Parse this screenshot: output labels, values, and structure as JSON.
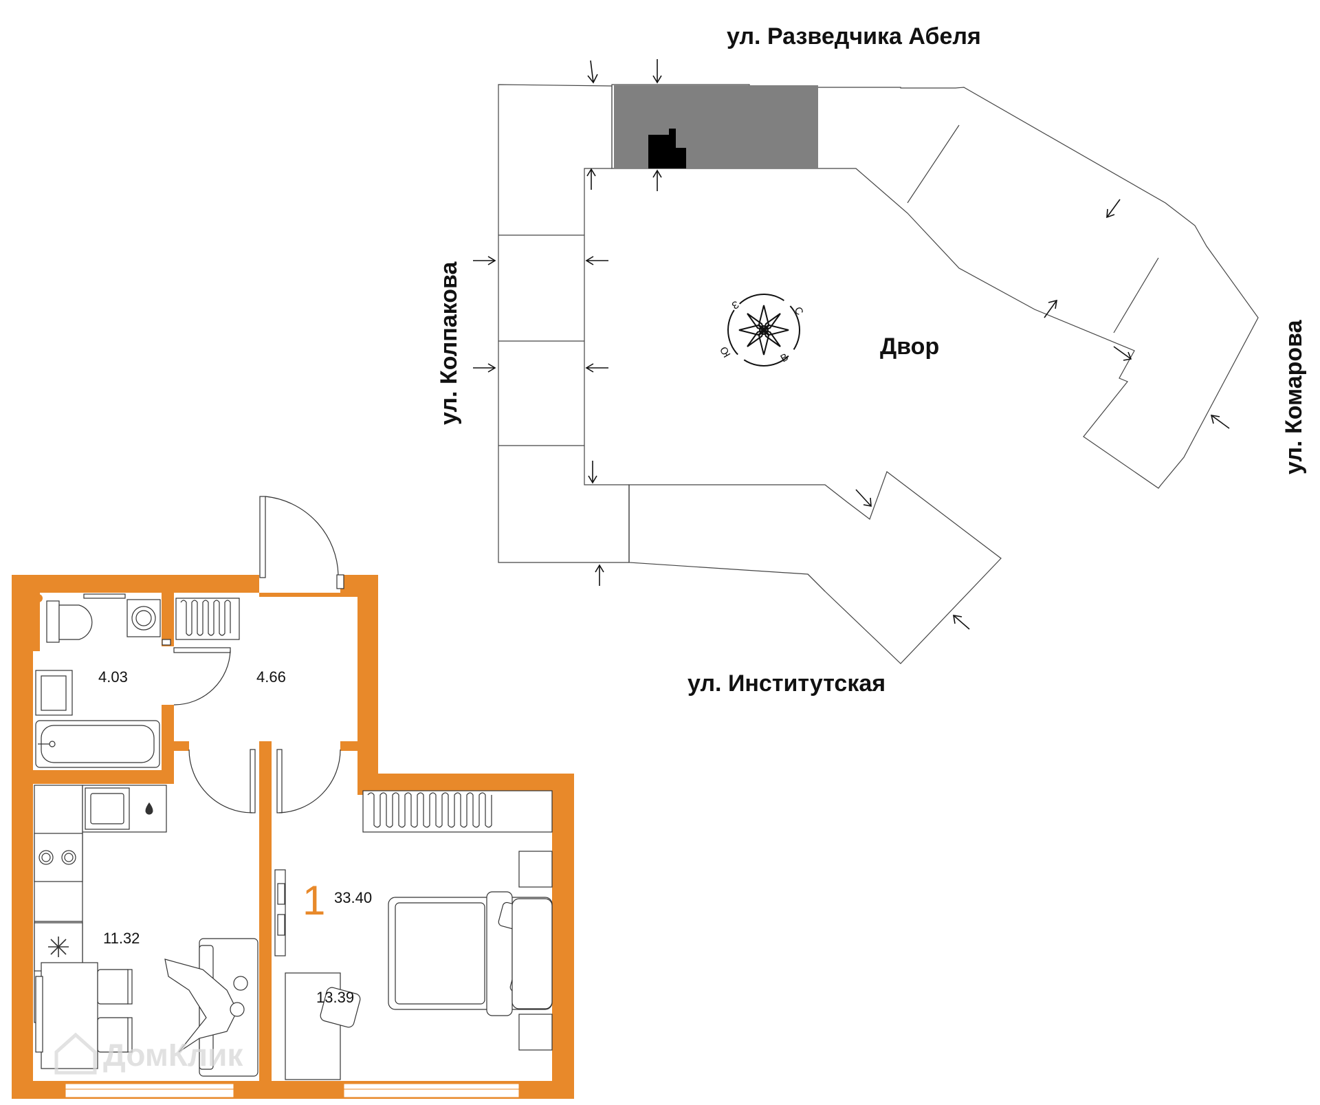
{
  "colors": {
    "wall": "#E8892A",
    "selected_section": "#808080",
    "apartment_marker": "#000000",
    "line": "#333333"
  },
  "streets": {
    "north": "ул. Разведчика Абеля",
    "west": "ул. Колпакова",
    "east": "ул. Комарова",
    "south": "ул. Институтская"
  },
  "site": {
    "yard_label": "Двор",
    "compass": {
      "n": "С",
      "e": "В",
      "s": "Ю",
      "w": "З"
    }
  },
  "apartment": {
    "room_count": "1",
    "total_area": "33.40",
    "rooms": {
      "bathroom": "4.03",
      "hallway": "4.66",
      "kitchen_living": "11.32",
      "bedroom": "13.39"
    }
  },
  "watermark": "ДомКлик"
}
